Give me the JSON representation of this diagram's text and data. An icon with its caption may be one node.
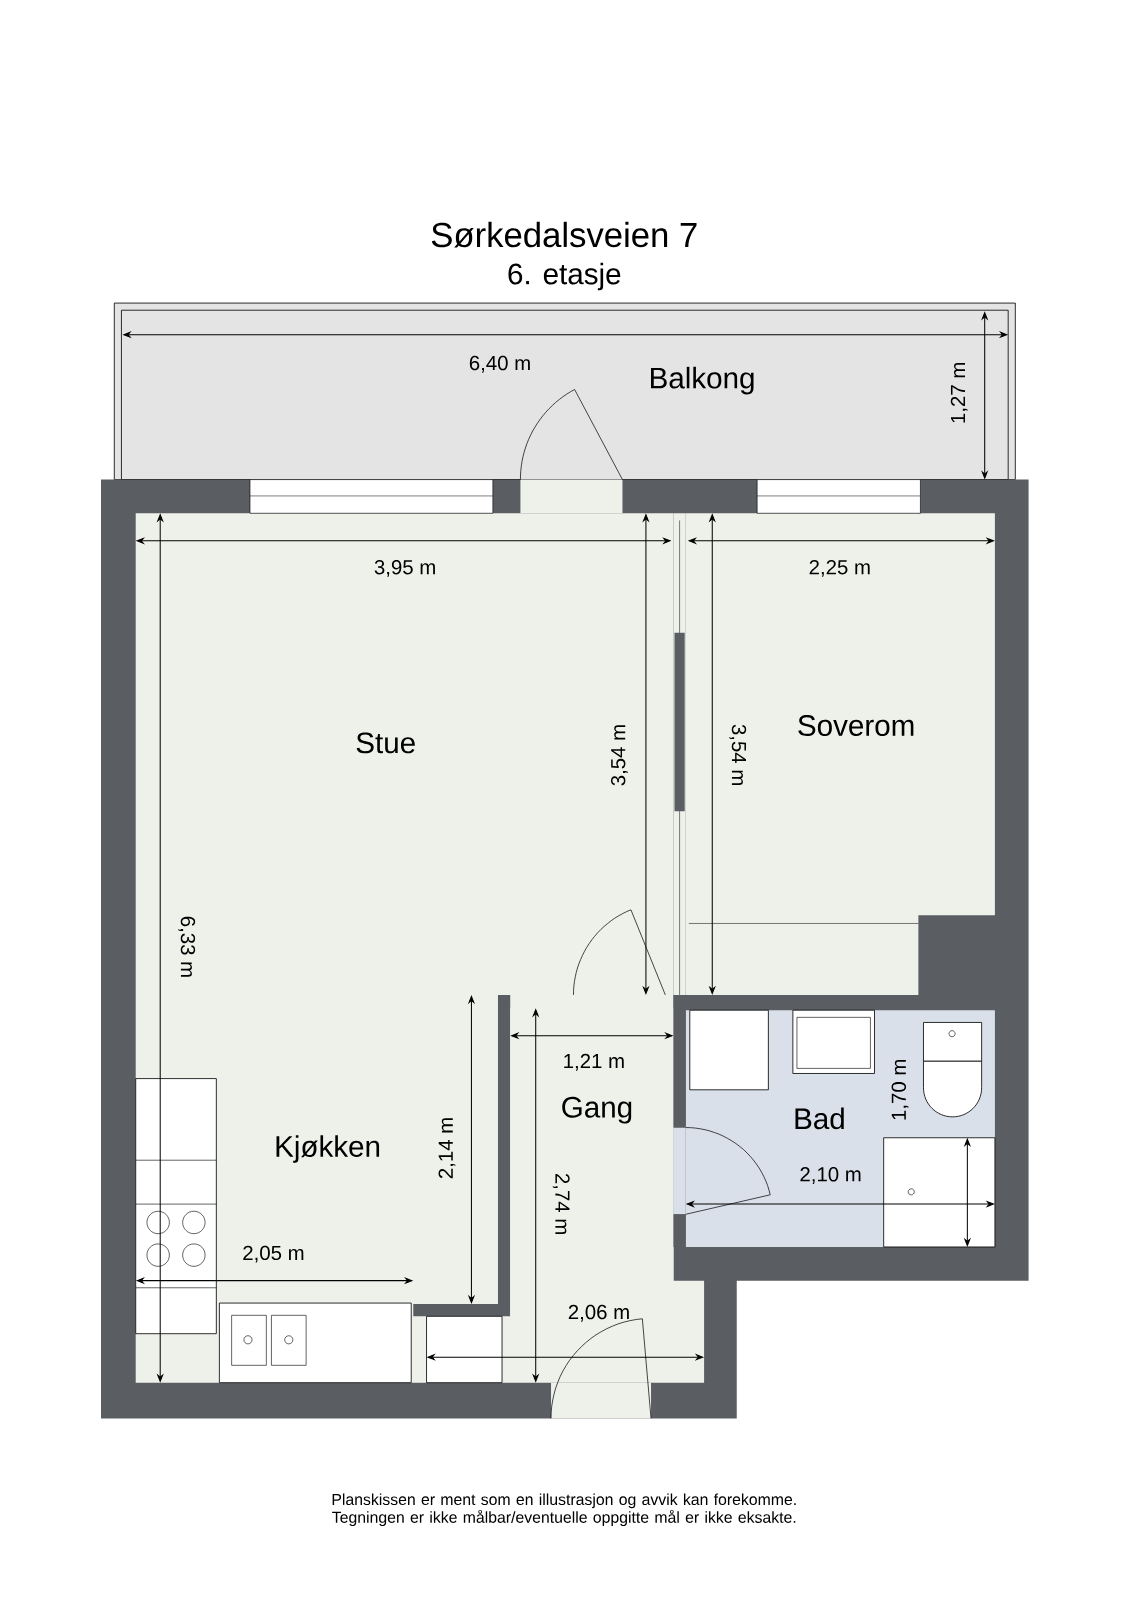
{
  "diagram": {
    "title": "Sørkedalsveien 7",
    "caption": "Planskissen er ment som en illustrasjon og avvik kan forekomme. Tegningen er ikke målbar/eventuelle oppgitte mål er ikke eksakte.",
    "nodes": [
      {
        "text": [
          "Balkong"
        ]
      },
      {
        "text": [
          "Stue"
        ]
      },
      {
        "text": [
          "Soverom"
        ]
      },
      {
        "text": [
          "Kjøkken"
        ]
      },
      {
        "text": [
          "Gang"
        ]
      },
      {
        "text": [
          "Bad"
        ]
      }
    ],
    "labels": [
      "6. etasje",
      "6,40 m",
      "1,27 m",
      "3,95 m",
      "2,25 m",
      "3,54 m",
      "3,54 m",
      "6,33 m",
      "1,21 m",
      "1,70 m",
      "2,14 m",
      "2,74 m",
      "2,10 m",
      "2,05 m",
      "2,06 m"
    ]
  }
}
